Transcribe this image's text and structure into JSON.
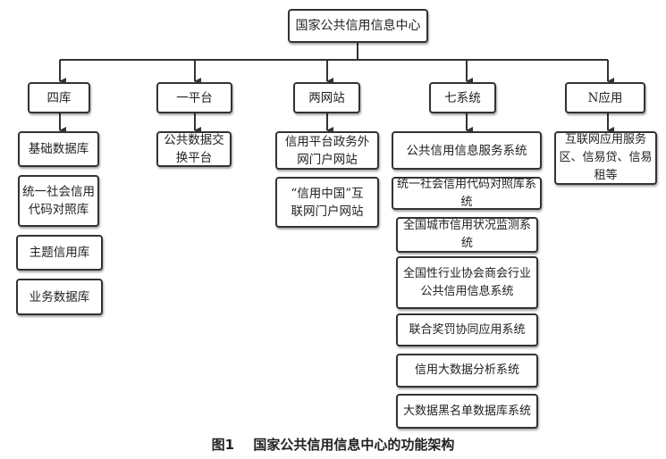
{
  "root": "国家公共信用信息中心",
  "categories": [
    {
      "label": "四库",
      "children": [
        "基础数据库",
        "统一社会信用代码对照库",
        "主题信用库",
        "业务数据库"
      ]
    },
    {
      "label": "一平台",
      "children": [
        "公共数据交换平台"
      ]
    },
    {
      "label": "两网站",
      "children": [
        "信用平台政务外网门户网站",
        "“信用中国”互联网门户网站"
      ]
    },
    {
      "label": "七系统",
      "children": [
        "公共信用信息服务系统",
        "统一社会信用代码对照库系统",
        "全国城市信用状况监测系统",
        "全国性行业协会商会行业公共信用信息系统",
        "联合奖罚协同应用系统",
        "信用大数据分析系统",
        "大数据黑名单数据库系统"
      ]
    },
    {
      "label": "N应用",
      "children": [
        "互联网应用服务区、信易贷、信易租等"
      ]
    }
  ],
  "caption": {
    "number": "图1",
    "title": "国家公共信用信息中心的功能架构"
  }
}
